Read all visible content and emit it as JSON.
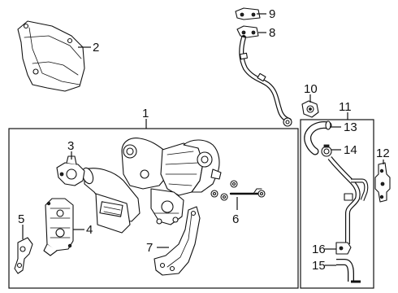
{
  "diagram": {
    "callouts": [
      "1",
      "2",
      "3",
      "4",
      "5",
      "6",
      "7",
      "8",
      "9",
      "10",
      "11",
      "12",
      "13",
      "14",
      "15",
      "16"
    ],
    "colors": {
      "line": "#111111",
      "background": "#ffffff"
    }
  }
}
